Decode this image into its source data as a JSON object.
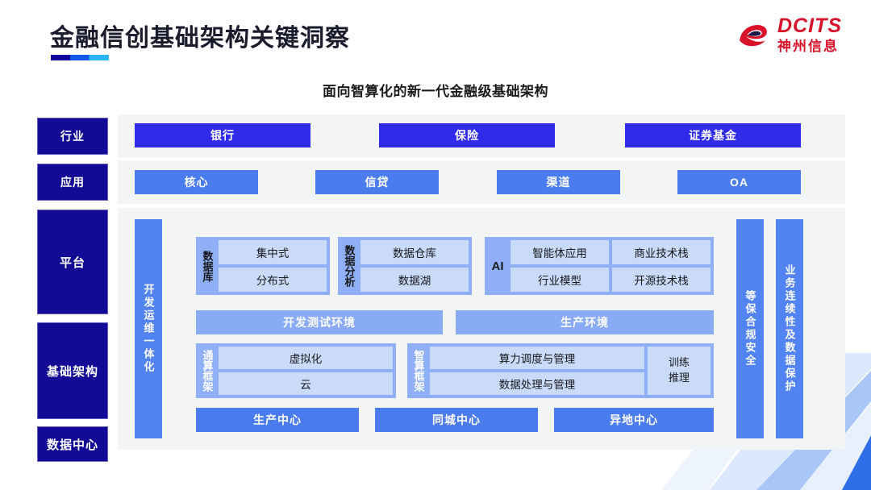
{
  "header": {
    "title": "金融信创基础架构关键洞察",
    "logo_en": "DCITS",
    "logo_cn": "神州信息",
    "logo_icon": "dcits-swirl-icon"
  },
  "subtitle": "面向智算化的新一代金融级基础架构",
  "colors": {
    "navy": "#130b96",
    "industry_blue": "#2f2be8",
    "app_blue": "#4b7cee",
    "vbar_blue": "#5183f3",
    "group_blue": "#8fb0f6",
    "cell_blue": "#c9dbf9",
    "env_blue": "#89abf5",
    "panel_gray": "#f3f4f6",
    "brand_red": "#d8122a"
  },
  "rows": {
    "industry": {
      "label": "行业",
      "items": [
        "银行",
        "保险",
        "证券基金"
      ]
    },
    "application": {
      "label": "应用",
      "items": [
        "核心",
        "信贷",
        "渠道",
        "OA"
      ]
    },
    "platform": {
      "label": "平台"
    },
    "infrastructure": {
      "label": "基础架构"
    },
    "datacenter": {
      "label": "数据中心"
    }
  },
  "left_vertical_bar": {
    "label": "开发运维一体化"
  },
  "right_vertical_bars": [
    {
      "label": "等保合规安全"
    },
    {
      "label": "业务连续性及数据保护"
    }
  ],
  "groups": {
    "database": {
      "label": "数据库",
      "cells": [
        "集中式",
        "分布式"
      ]
    },
    "analytics": {
      "label": "数据分析",
      "cells": [
        "数据仓库",
        "数据湖"
      ]
    },
    "ai": {
      "label": "AI",
      "cells": [
        "智能体应用",
        "商业技术栈",
        "行业模型",
        "开源技术栈"
      ]
    },
    "general_compute": {
      "label": "通算框架",
      "cells": [
        "虚拟化",
        "云"
      ]
    },
    "intelligent_compute": {
      "label": "智算框架",
      "cells": [
        "算力调度与管理",
        "数据处理与管理"
      ],
      "side_cell_line1": "训练",
      "side_cell_line2": "推理"
    }
  },
  "environments": [
    "开发测试环境",
    "生产环境"
  ],
  "data_centers": [
    "生产中心",
    "同城中心",
    "异地中心"
  ]
}
